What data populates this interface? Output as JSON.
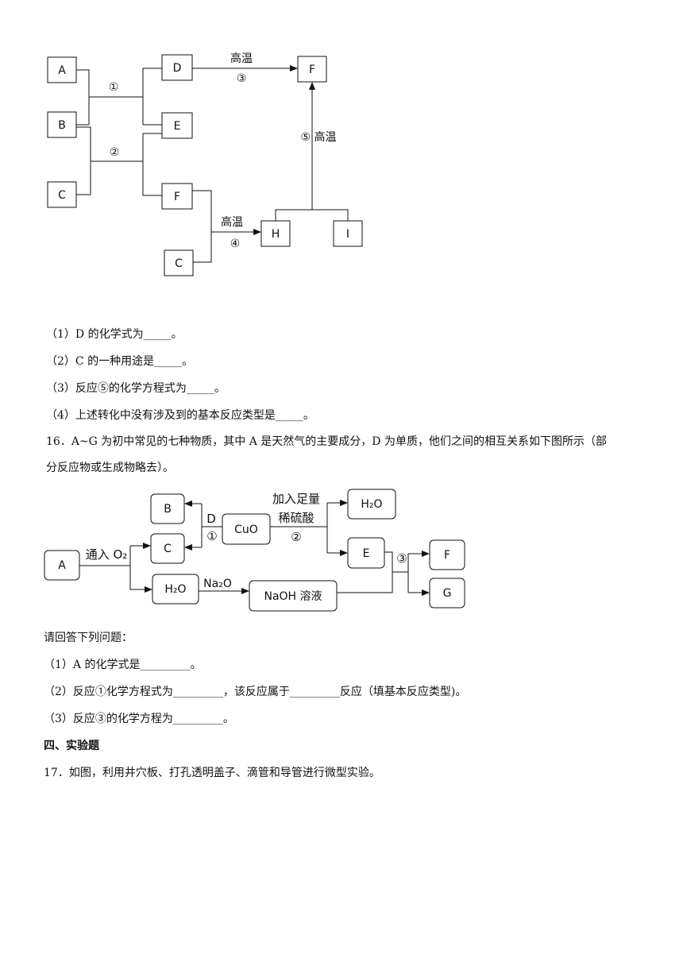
{
  "diagram1": {
    "boxes": {
      "A": "A",
      "B": "B",
      "C1": "C",
      "D": "D",
      "E": "E",
      "F1": "F",
      "C2": "C",
      "F2": "F",
      "H": "H",
      "I": "I"
    },
    "labels": {
      "r1": "①",
      "r2": "②",
      "r3_cond": "高温",
      "r3": "③",
      "r4_cond": "高温",
      "r4": "④",
      "r5": "⑤ 高温"
    }
  },
  "q15": {
    "p1": "（1）D 的化学式为_____。",
    "p2": "（2）C 的一种用途是_____。",
    "p3": "（3）反应⑤的化学方程式为_____。",
    "p4": "（4）上述转化中没有涉及到的基本反应类型是_____。"
  },
  "q16": {
    "stem_line1": "16．A~G 为初中常见的七种物质，其中 A 是天然气的主要成分，D 为单质，他们之间的相互关系如下图所示（部",
    "stem_line2": "分反应物或生成物略去）。",
    "prompt": "请回答下列问题：",
    "p1": "（1）A 的化学式是_________。",
    "p2": "（2）反应①化学方程式为_________，该反应属于_________反应（填基本反应类型)。",
    "p3": "（3）反应③的化学方程为_________。"
  },
  "diagram2": {
    "boxes": {
      "A": "A",
      "B": "B",
      "C": "C",
      "CuO": "CuO",
      "H2O_top": "H₂O",
      "E": "E",
      "F": "F",
      "G": "G",
      "H2O_low": "H₂O",
      "NaOH": "NaOH 溶液"
    },
    "labels": {
      "o2": "通入 O₂",
      "D": "D",
      "r1": "①",
      "acid1": "加入足量",
      "acid2": "稀硫酸",
      "r2": "②",
      "r3": "③",
      "na2o": "Na₂O"
    }
  },
  "section4": {
    "title": "四、实验题"
  },
  "q17": {
    "stem": "17．如图，利用井穴板、打孔透明盖子、滴管和导管进行微型实验。"
  }
}
